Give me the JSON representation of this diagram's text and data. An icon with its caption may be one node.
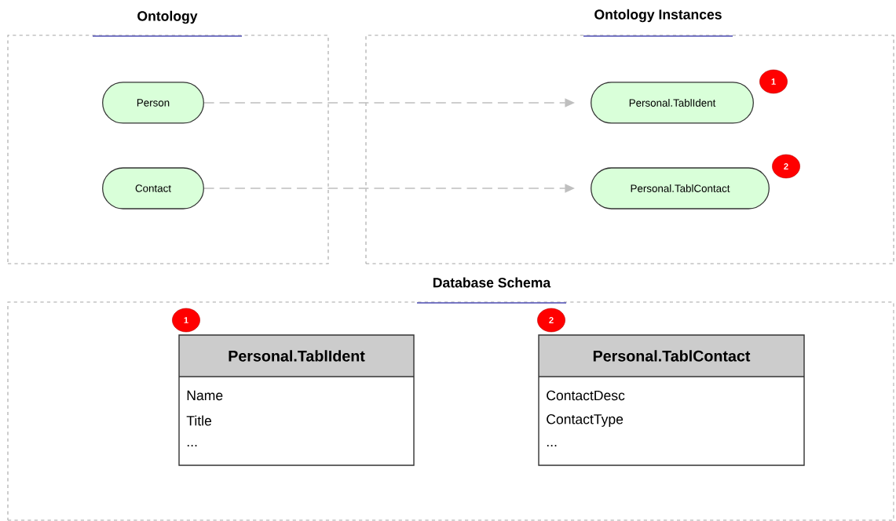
{
  "diagram": {
    "nodes": [
      {
        "text": [
          "Ontology"
        ]
      },
      {
        "text": [
          "Person"
        ],
        "in": 0
      },
      {
        "text": [
          "Contact"
        ],
        "in": 0
      },
      {
        "text": [
          "Ontology Instances"
        ]
      },
      {
        "text": [
          "Personal.TablIdent"
        ],
        "in": 3
      },
      {
        "text": [
          "Personal.TablContact"
        ],
        "in": 3
      },
      {
        "text": [
          "Database Schema"
        ]
      },
      {
        "text": [
          "Personal.TablIdent",
          "Name",
          "Title",
          "..."
        ],
        "in": 6
      },
      {
        "text": [
          "Personal.TablContact",
          "ContactDesc",
          "ContactType",
          "..."
        ],
        "in": 6
      },
      {
        "text": [
          "1"
        ],
        "in": 3
      },
      {
        "text": [
          "2"
        ],
        "in": 3
      },
      {
        "text": [
          "1"
        ],
        "in": 6
      },
      {
        "text": [
          "2"
        ],
        "in": 6
      }
    ],
    "edges": [
      {
        "from": 1,
        "to": 4,
        "arrow": "to",
        "style": "dashed"
      },
      {
        "from": 2,
        "to": 5,
        "arrow": "to",
        "style": "dashed"
      }
    ]
  }
}
